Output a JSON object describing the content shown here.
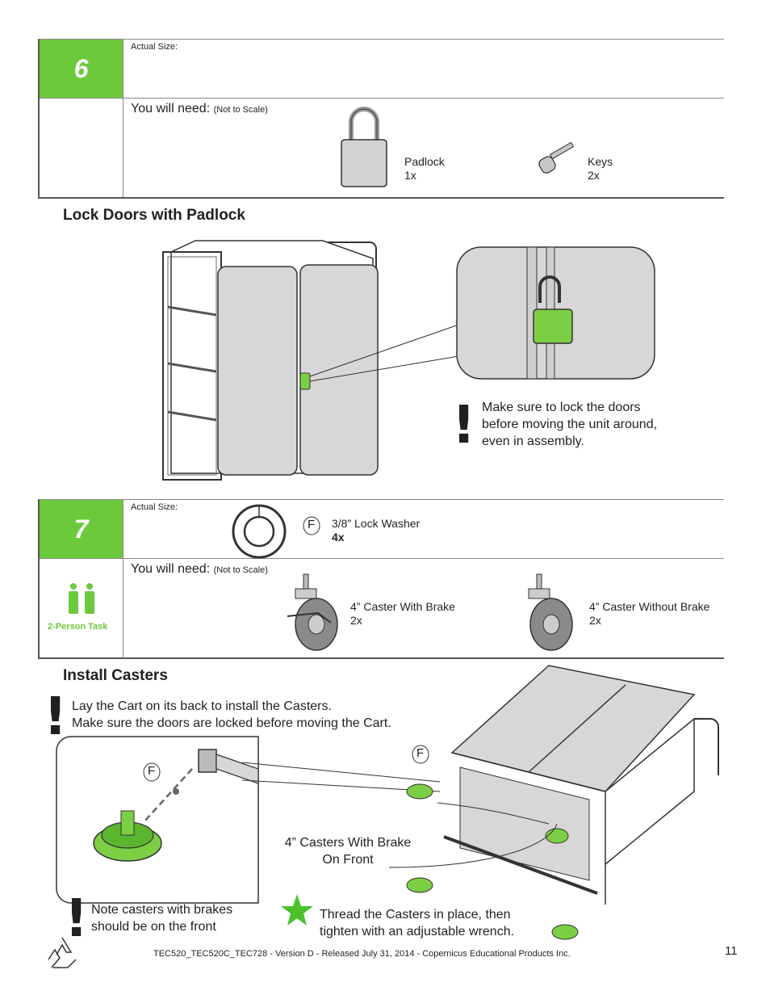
{
  "step6": {
    "number": "6",
    "actual_size_label": "Actual Size:",
    "you_will_need": "You will need:",
    "not_to_scale": "(Not to Scale)",
    "items": [
      {
        "name": "Padlock",
        "qty": "1x"
      },
      {
        "name": "Keys",
        "qty": "2x"
      }
    ],
    "heading": "Lock Doors with Padlock",
    "warning": [
      "Make sure to lock the doors",
      "before moving the unit around,",
      "even in assembly."
    ]
  },
  "step7": {
    "number": "7",
    "actual_size_label": "Actual Size:",
    "part_letter": "F",
    "part_name": "3/8” Lock Washer",
    "part_qty": "4x",
    "you_will_need": "You will need:",
    "not_to_scale": "(Not to Scale)",
    "task_label": "2-Person Task",
    "items": [
      {
        "name": "4” Caster With Brake",
        "qty": "2x"
      },
      {
        "name": "4” Caster Without Brake",
        "qty": "2x"
      }
    ],
    "heading": "Install Casters",
    "warning": [
      "Lay the Cart on its back to install the Casters.",
      "Make sure the doors are locked before moving the Cart."
    ],
    "callout_letter_left": "F",
    "callout_letter_right": "F",
    "front_note": [
      "4” Casters With Brake",
      "On Front"
    ],
    "note": [
      "Note casters with brakes",
      "should be on the front"
    ],
    "tip": [
      "Thread the Casters in place, then",
      "tighten with an adjustable wrench."
    ]
  },
  "footer": {
    "text": "TEC520_TEC520C_TEC728 - Version D - Released July 31, 2014 - Copernicus Educational Products Inc.",
    "page": "11"
  },
  "colors": {
    "accent": "#6cc93b",
    "text": "#231f20",
    "line": "#555555"
  }
}
